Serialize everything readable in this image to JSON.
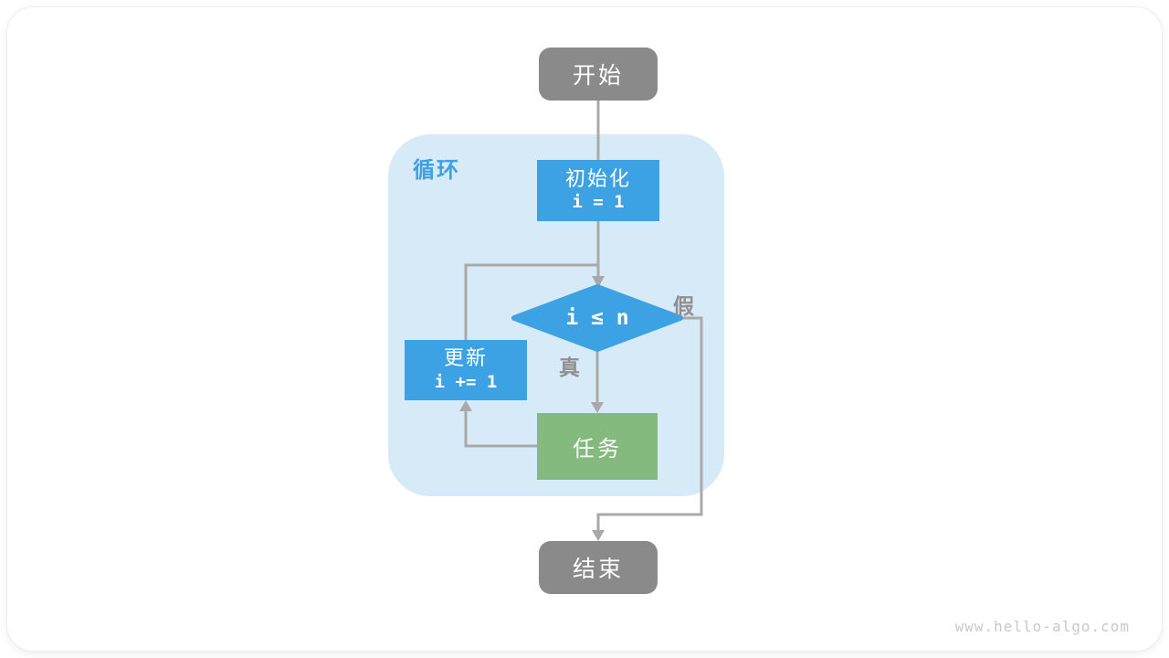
{
  "diagram": {
    "region": {
      "label": "循环"
    },
    "nodes": {
      "start": {
        "type": "terminal",
        "label": "开始"
      },
      "init": {
        "type": "process",
        "line1": "初始化",
        "line2": "i = 1"
      },
      "condition": {
        "type": "decision",
        "label": "i ≤ n"
      },
      "update": {
        "type": "process",
        "line1": "更新",
        "line2": "i += 1"
      },
      "task": {
        "type": "process",
        "label": "任务"
      },
      "end": {
        "type": "terminal",
        "label": "结束"
      }
    },
    "branch_labels": {
      "true": "真",
      "false": "假"
    }
  },
  "colors": {
    "blue": "#3DA2E4",
    "green": "#84BA7D",
    "gray": "#8A8A8A",
    "region": "#D7EAF8",
    "line": "#A9A9A9",
    "branch": "#8F8F8F",
    "watermark": "#C9C9C9"
  },
  "footer": {
    "watermark": "www.hello-algo.com"
  }
}
